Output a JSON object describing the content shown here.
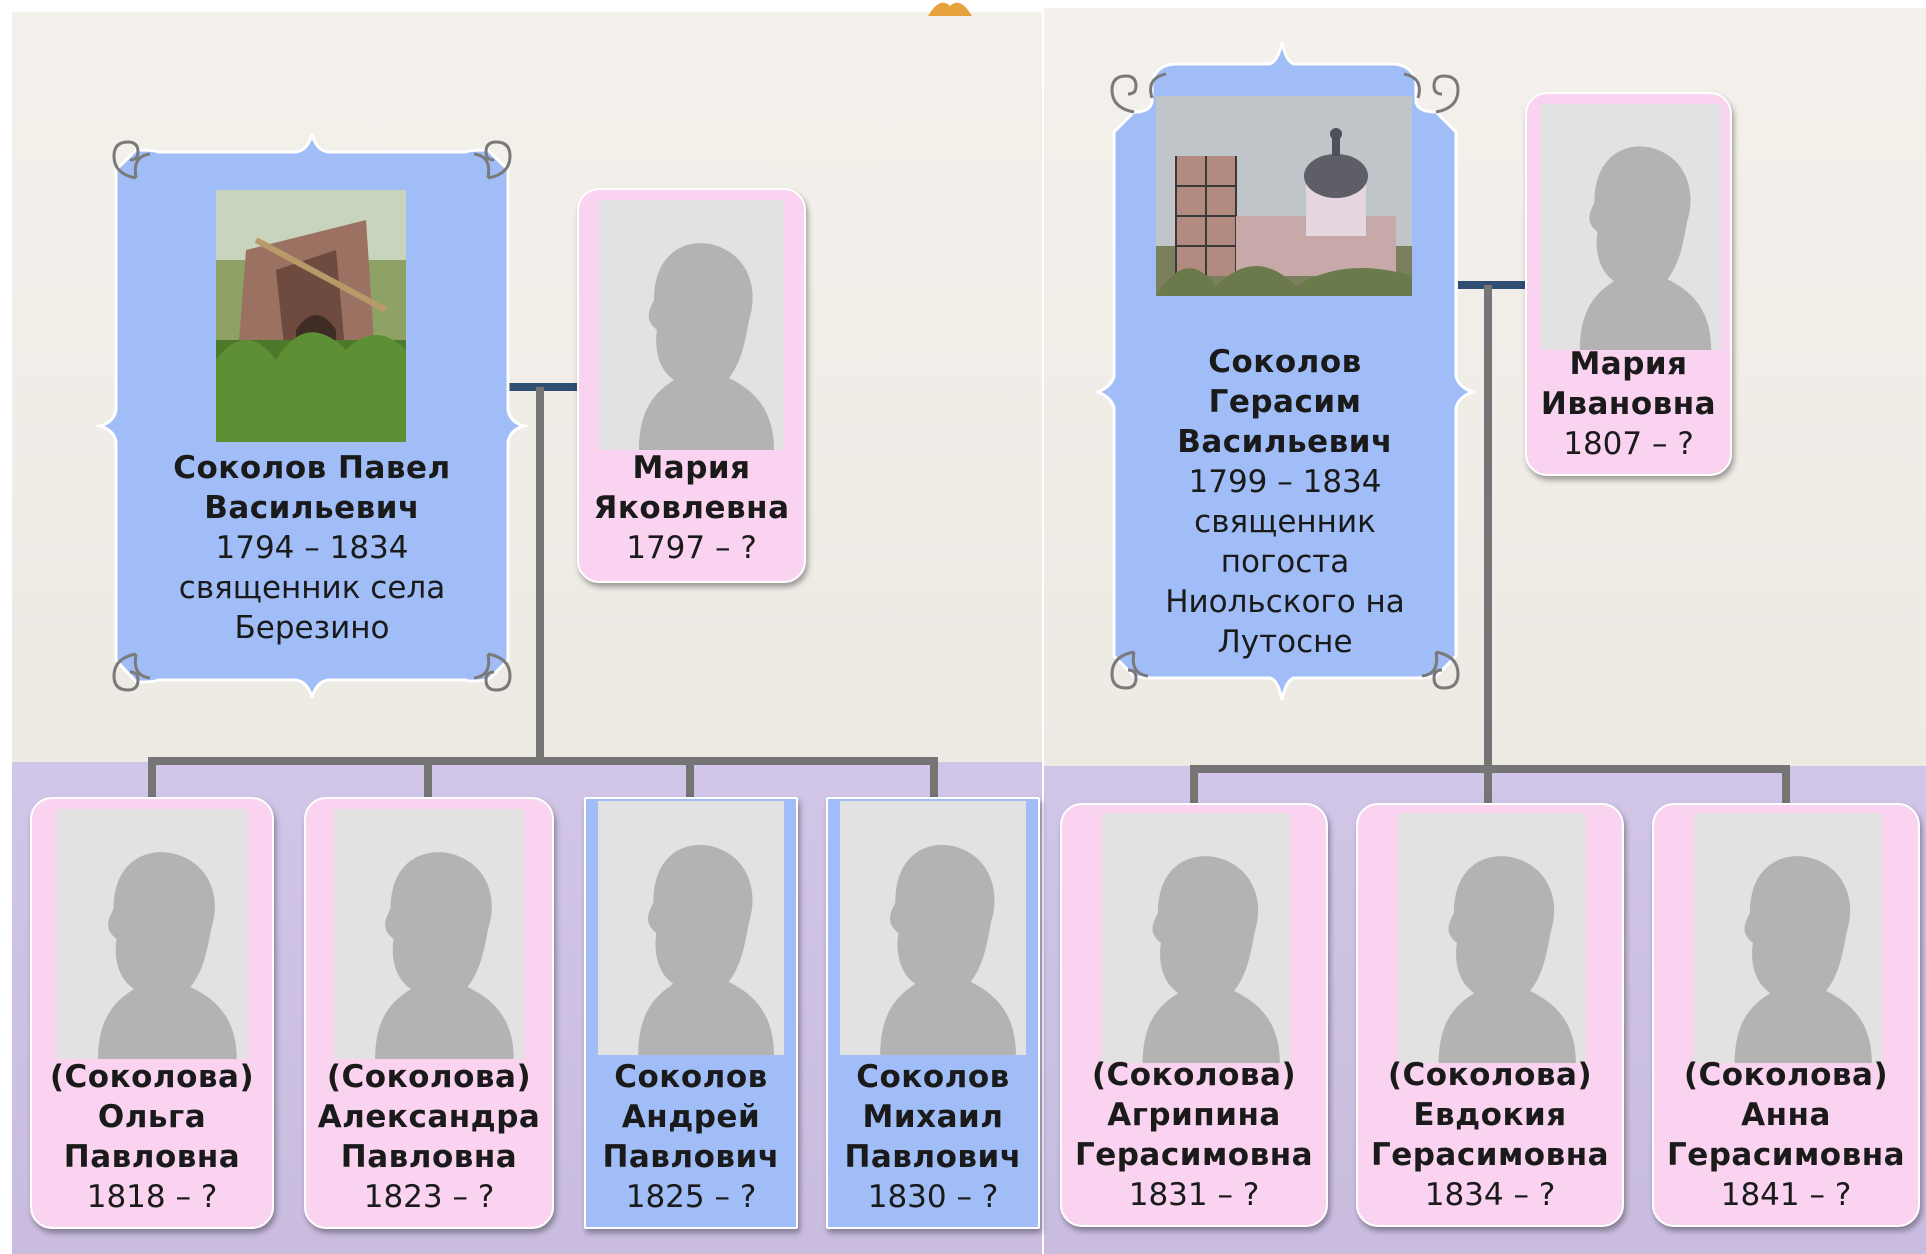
{
  "colors": {
    "pink_card": "#f9d3ef",
    "blue_card": "#a0bdf7",
    "connector": "#757575",
    "spouse_link": "#2f4f72",
    "children_band": "#cdc1e3"
  },
  "left_family": {
    "father": {
      "name": "Соколов Павел Васильевич",
      "name_lines": [
        "Соколов Павел",
        "Васильевич"
      ],
      "details": [
        "1794 – 1834",
        "священник села",
        "Березино"
      ],
      "photo": "ruined-brick-church-photo"
    },
    "mother": {
      "name_lines": [
        "Мария",
        "Яковлевна"
      ],
      "details": [
        "1797 – ?"
      ],
      "photo": "silhouette-placeholder"
    },
    "children": [
      {
        "name_lines": [
          "(Соколова)",
          "Ольга",
          "Павловна"
        ],
        "dates": "1818 – ?",
        "gender": "female"
      },
      {
        "name_lines": [
          "(Соколова)",
          "Александра",
          "Павловна"
        ],
        "dates": "1823 – ?",
        "gender": "female"
      },
      {
        "name_lines": [
          "Соколов",
          "Андрей",
          "Павлович"
        ],
        "dates": "1825 – ?",
        "gender": "male"
      },
      {
        "name_lines": [
          "Соколов",
          "Михаил",
          "Павлович"
        ],
        "dates": "1830 – ?",
        "gender": "male"
      }
    ]
  },
  "right_family": {
    "father": {
      "name": "Соколов Герасим Васильевич",
      "name_lines": [
        "Соколов",
        "Герасим",
        "Васильевич"
      ],
      "details": [
        "1799 – 1834",
        "священник",
        "погоста",
        "Ниольского на",
        "Лутосне"
      ],
      "photo": "church-with-scaffolding-photo"
    },
    "mother": {
      "name_lines": [
        "Мария",
        "Ивановна"
      ],
      "details": [
        "1807 – ?"
      ],
      "photo": "silhouette-placeholder"
    },
    "children": [
      {
        "name_lines": [
          "(Соколова)",
          "Агрипина",
          "Герасимовна"
        ],
        "dates": "1831 – ?",
        "gender": "female"
      },
      {
        "name_lines": [
          "(Соколова)",
          "Евдокия",
          "Герасимовна"
        ],
        "dates": "1834 – ?",
        "gender": "female"
      },
      {
        "name_lines": [
          "(Соколова)",
          "Анна",
          "Герасимовна"
        ],
        "dates": "1841 – ?",
        "gender": "female"
      }
    ]
  }
}
